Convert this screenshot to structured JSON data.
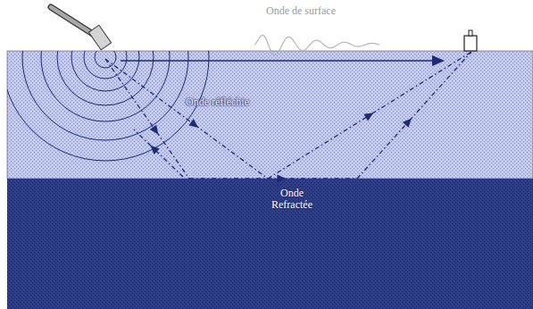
{
  "diagram": {
    "labels": [
      "Onde de surface",
      "Onde réfléchie",
      "Onde Refractée"
    ]
  }
}
